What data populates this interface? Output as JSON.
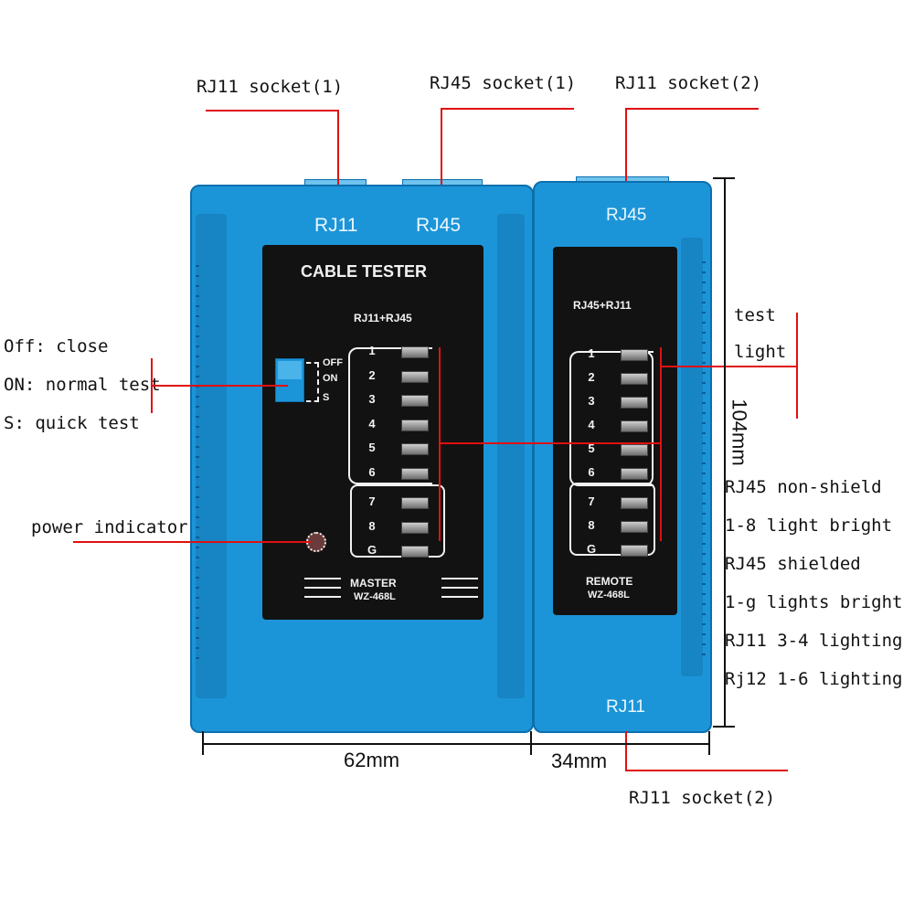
{
  "annotations": {
    "rj11_socket_1": "RJ11 socket(1)",
    "rj45_socket_1": "RJ45 socket(1)",
    "rj11_socket_2_top": "RJ11 socket(2)",
    "rj11_socket_2_bottom": "RJ11 socket(2)",
    "switch_off": "Off: close",
    "switch_on": "ON: normal test",
    "switch_s": "S: quick test",
    "power_indicator": "power indicator",
    "test_light_1": "test",
    "test_light_2": "light",
    "notes": [
      "RJ45 non-shield",
      "1-8 light bright",
      "RJ45 shielded",
      "1-g lights bright",
      "RJ11 3-4 lighting",
      "Rj12 1-6 lighting"
    ]
  },
  "dimensions": {
    "height": "104mm",
    "master_width": "62mm",
    "remote_width": "34mm"
  },
  "master": {
    "port_rj11": "RJ11",
    "port_rj45": "RJ45",
    "title": "CABLE TESTER",
    "subtitle": "RJ11+RJ45",
    "switch_labels": [
      "OFF",
      "ON",
      "S"
    ],
    "leds": [
      "1",
      "2",
      "3",
      "4",
      "5",
      "6",
      "7",
      "8",
      "G"
    ],
    "name": "MASTER",
    "model": "WZ-468L"
  },
  "remote": {
    "port_top": "RJ45",
    "subtitle": "RJ45+RJ11",
    "leds": [
      "1",
      "2",
      "3",
      "4",
      "5",
      "6",
      "7",
      "8",
      "G"
    ],
    "name": "REMOTE",
    "model": "WZ-468L",
    "port_bottom": "RJ11"
  },
  "colors": {
    "case_blue": "#1c95d8",
    "callout_red": "#e01010",
    "panel_black": "#121212"
  }
}
